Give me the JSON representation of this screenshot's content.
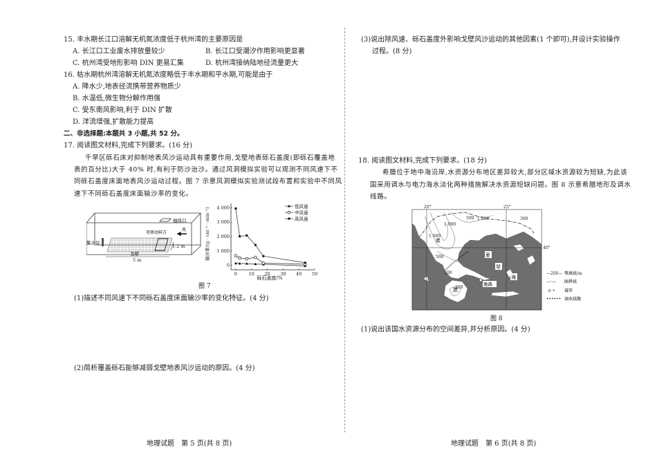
{
  "left_page": {
    "q15": {
      "stem": "15. 丰水期长江口溶解无机氮浓度低于杭州湾的主要原因是",
      "options": [
        "A. 长江口工业废水排放量较少",
        "B. 长江口受潮汐作用影响更显著",
        "C. 杭州湾受地形影响 DIN 更易汇集",
        "D. 杭州湾接纳陆地径流量更大"
      ]
    },
    "q16": {
      "stem": "16. 枯水期杭州湾溶解无机氮浓度略低于丰水期和平水期,可能是由于",
      "options": [
        "A. 降水少,地表径流携带营养物质少",
        "B. 水温低,微生物分解作用强",
        "C. 受东南风影响,利于 DIN 扩散",
        "D. 洋流增强,扩散能力提高"
      ]
    },
    "section2": "二、非选择题:本题共 3 小题,共 52 分。",
    "q17": {
      "stem": "17. 阅读图文材料,完成下列要求。(16 分)",
      "para": [
        "千旱区砾石床对抑制地表风沙运动具有重要作用,戈壁地表砾石盖度(即砾石覆盖地",
        "表的百分比)大于 40% 时,有利于防沙治沙。通过风洞模拟实验可以观测不同风速下不",
        "同砾石盖度床面地表风沙运动过程。图 7 示意风洞模拟实验测试段布置和实验中不同风",
        "速下不同砾石盖度床面输沙率的变化。"
      ],
      "diagram": {
        "outlet": "抽风口",
        "sampler": "集沙仪",
        "plot": "可移动样方",
        "wind": "风",
        "gobi": "戈壁",
        "length": "5 m",
        "width": "1.2 m"
      },
      "figure_caption": "图 7",
      "sub1": "(1)描述不同风速下不同砾石盖度床面输沙率的变化特征。(4 分)",
      "sub2": "(2)简析覆盖砾石能够减弱戈壁地表风沙运动的原因。(4 分)"
    },
    "footer": "地理试题　第 5 页(共 8 页)"
  },
  "right_page": {
    "q17_sub3": [
      "(3)说出除风速、砾石盖度外影响戈壁风沙运动的其他因素(1 个即可),并设计实验操作",
      "过程。(8 分)"
    ],
    "q18": {
      "stem": "18. 阅读图文材料,完成下列要求。(18 分)",
      "para": [
        "希腊位于地中海沿岸,水资源分布地区差异较大,部分区域水资源较为短缺,为此该",
        "国采用调水与电力海水淡化两种措施解决水资源短缺问题。图 8 示意希腊地形及调水",
        "线路。"
      ],
      "map": {
        "lon_labels": [
          "20°",
          "25°"
        ],
        "lat_label": "40°",
        "contour_labels": [
          "1 000",
          "1 000",
          "1 000",
          "500",
          "500",
          "200",
          "200",
          "300"
        ],
        "place_labels": {
          "country1": "希",
          "country2": "腊",
          "sea1": "爱",
          "sea2": "琴",
          "sea3": "海",
          "city": "雅典"
        },
        "legend": [
          {
            "symbol": "—200—",
            "label": "等高线/m"
          },
          {
            "symbol": "—·—",
            "label": "国界线"
          },
          {
            "symbol": "⊙ •",
            "label": "城市"
          },
          {
            "symbol": "••••••",
            "label": "调水线路"
          }
        ],
        "colors": {
          "sea": "#6e6e6e",
          "land": "#ffffff"
        }
      },
      "figure_caption": "图 8",
      "sub1": "(1)说出该国水资源分布的空间差异,并分析原因。(4 分)"
    },
    "footer": "地理试题　第 6 页(共 8 页)"
  },
  "chart_data": {
    "type": "line",
    "title": "",
    "xlabel": "砾石盖度/%",
    "ylabel": "输沙率/(g · cm⁻² · min⁻¹)",
    "xlim": [
      -3,
      50
    ],
    "ylim": [
      -300,
      4300
    ],
    "xticks": [
      0,
      10,
      20,
      30,
      40,
      50
    ],
    "yticks": [
      0,
      1000,
      2000,
      3000,
      4000
    ],
    "ytick_labels": [
      "0",
      "1 000",
      "2 000",
      "3 000",
      "4 000"
    ],
    "legend_position": "top-right",
    "grid": false,
    "x": [
      0,
      2.5,
      7,
      12.5,
      17.5,
      44
    ],
    "series": [
      {
        "name": "低风速",
        "marker": "triangle",
        "values": [
          150,
          140,
          130,
          100,
          80,
          -30
        ]
      },
      {
        "name": "中风速",
        "marker": "open-circle",
        "values": [
          680,
          520,
          460,
          560,
          160,
          90
        ]
      },
      {
        "name": "高风速",
        "marker": "filled-square",
        "values": [
          3950,
          2020,
          2080,
          1420,
          650,
          190
        ]
      }
    ]
  }
}
